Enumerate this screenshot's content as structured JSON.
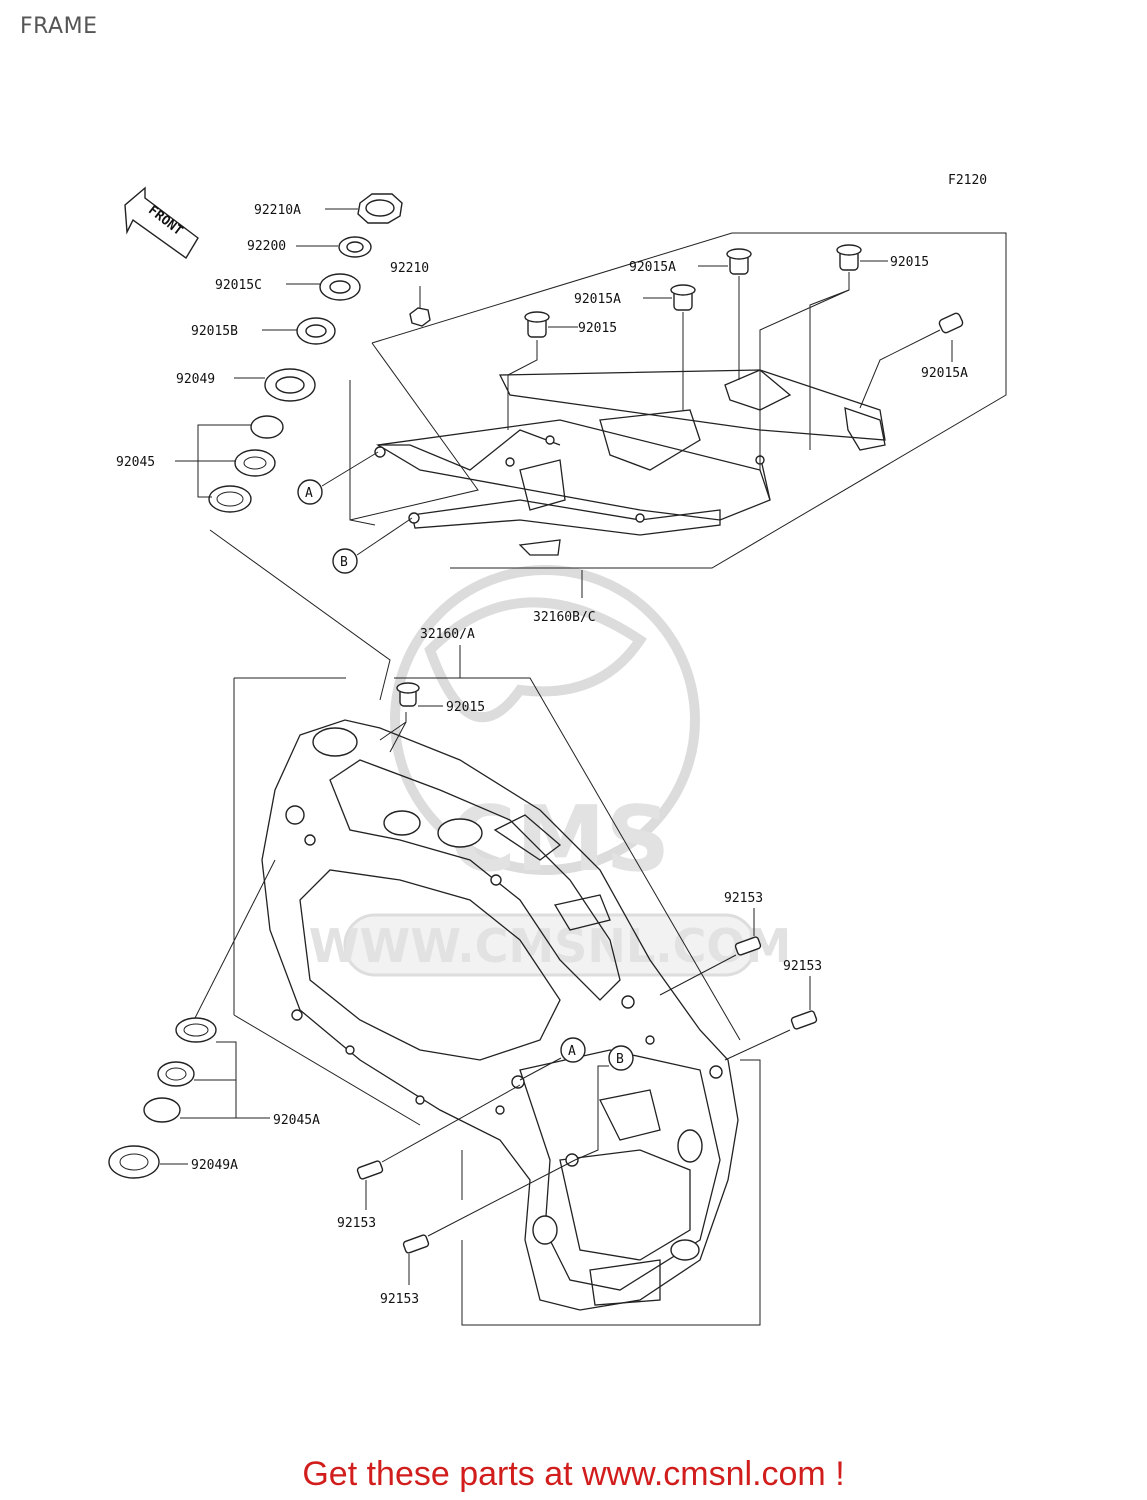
{
  "page": {
    "title": "FRAME"
  },
  "diagram": {
    "figure_code": "F2120",
    "front_label": "FRONT",
    "callouts": {
      "a": "A",
      "b": "B"
    },
    "parts": {
      "p92210A": "92210A",
      "p92200": "92200",
      "p92015C": "92015C",
      "p92015B": "92015B",
      "p92049": "92049",
      "p92045": "92045",
      "p92210": "92210",
      "p92015A_top": "92015A",
      "p92015A_mid": "92015A",
      "p92015_top_right": "92015",
      "p92015_mid": "92015",
      "p92015A_right": "92015A",
      "p32160BC": "32160B/C",
      "p32160A": "32160/A",
      "p92015_frame": "92015",
      "p92153_r1": "92153",
      "p92153_r2": "92153",
      "p92045A": "92045A",
      "p92049A": "92049A",
      "p92153_l1": "92153",
      "p92153_l2": "92153"
    },
    "watermark_text": "WWW.CMSNL.COM"
  },
  "footer": {
    "text": "Get these parts at www.cmsnl.com !"
  }
}
